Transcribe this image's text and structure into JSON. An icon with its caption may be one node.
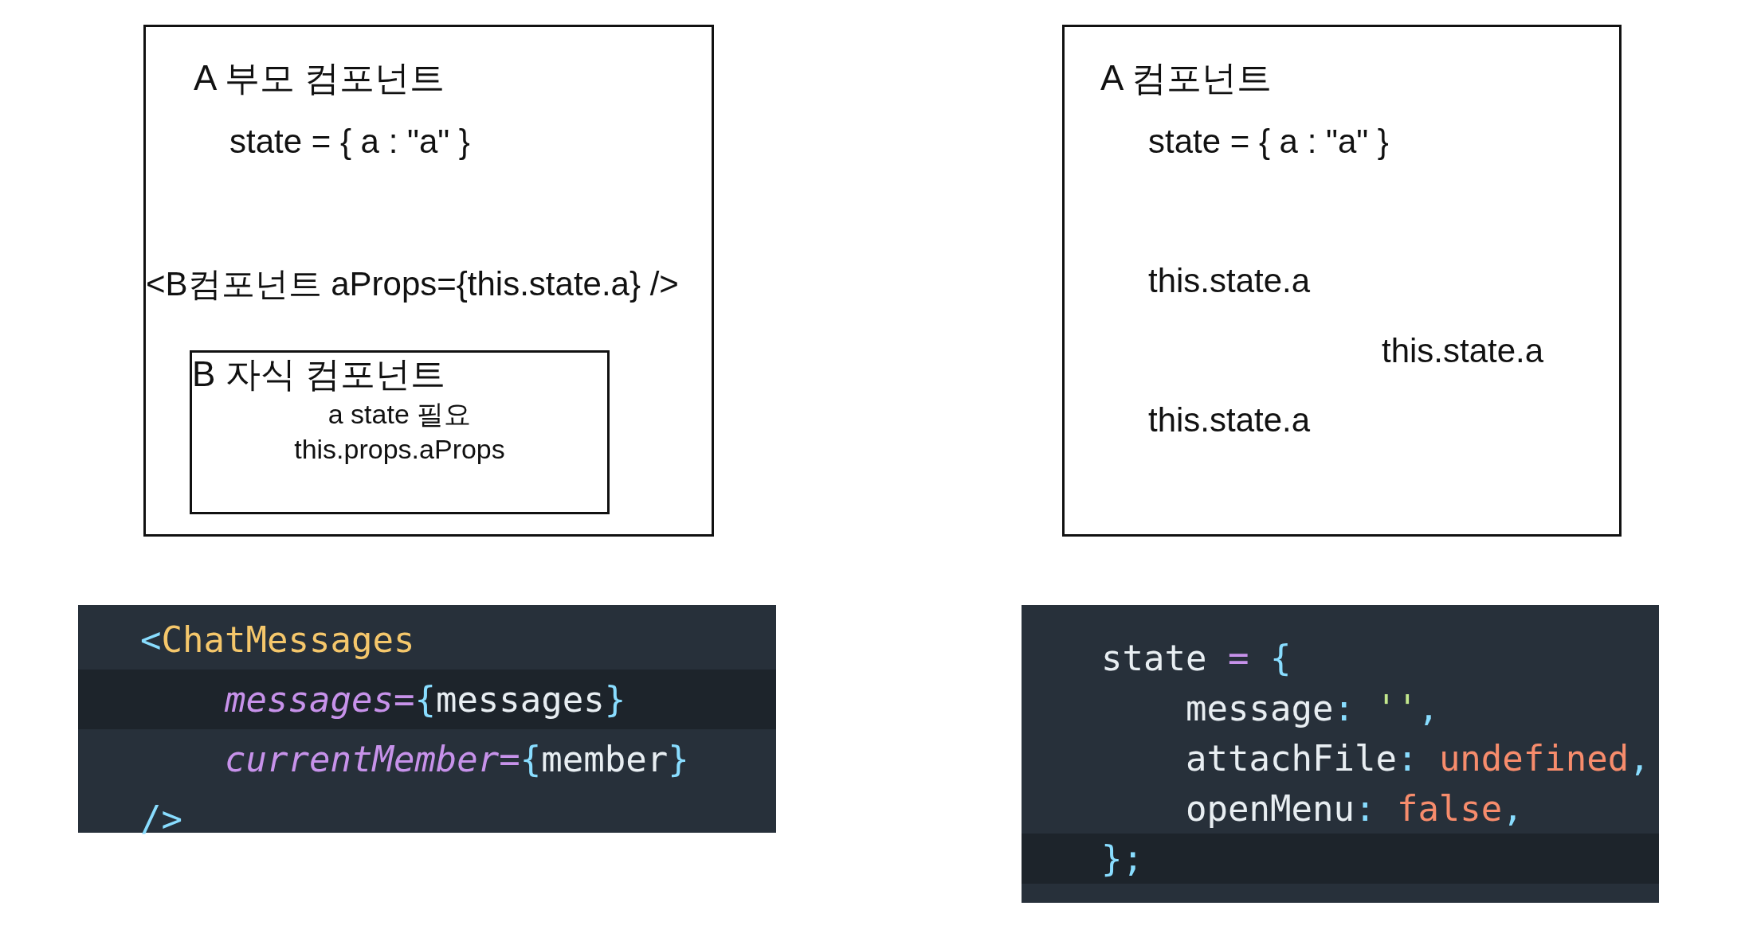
{
  "diagram": {
    "nodes": [
      {
        "text": [
          "A 부모 컴포넌트",
          "state = { a : \"a\" }",
          "<B컴포넌트 aProps={this.state.a} />"
        ]
      },
      {
        "text": [
          "B 자식 컴포넌트",
          "a state 필요 this.props.aProps"
        ],
        "in": 0
      },
      {
        "text": [
          "A  컴포넌트",
          "state = { a : \"a\" }",
          "this.state.a",
          "this.state.a",
          "this.state.a"
        ]
      },
      {
        "text": [
          "<ChatMessages",
          "    messages={messages}",
          "    currentMember={member}",
          "/>"
        ]
      },
      {
        "text": [
          "state = {",
          "    message: '',",
          "    attachFile: undefined,",
          "    openMenu: false,",
          "};"
        ]
      }
    ],
    "edges": []
  }
}
